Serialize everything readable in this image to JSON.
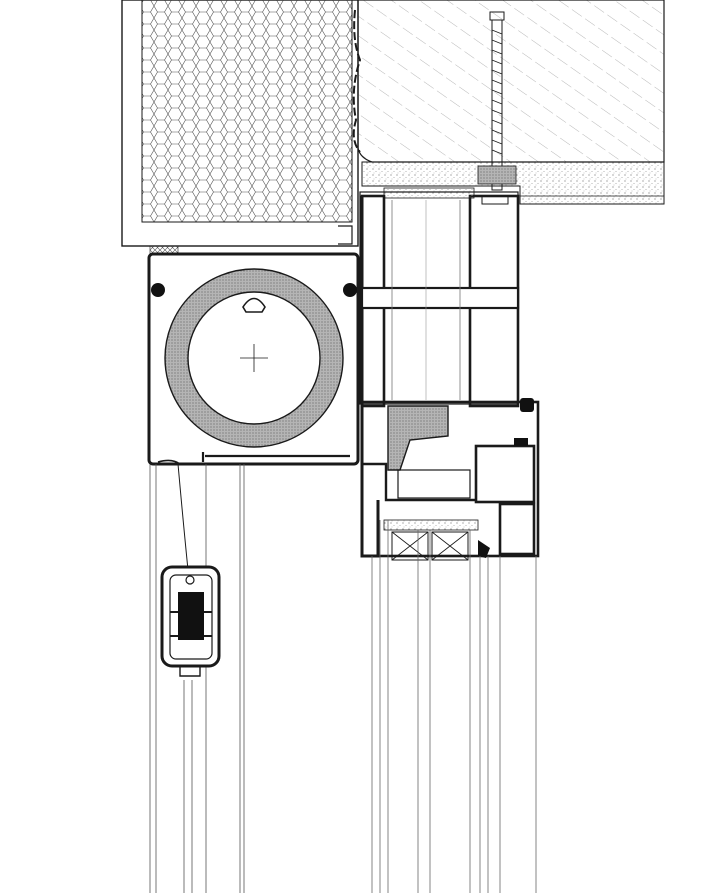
{
  "drawing": {
    "kind": "architectural section detail",
    "labels": [],
    "colors": {
      "line": "#1a1a1a",
      "thin_line": "#777777",
      "fill_dark": "#111111",
      "fill_grey": "#9a9a9a",
      "background": "#ffffff"
    },
    "hatches": [
      "hexagon-insulation",
      "diagonal-concrete",
      "stipple-plaster",
      "stipple-drum-ring",
      "cross-hatch-gaskets"
    ],
    "components": [
      "insulation-block",
      "concrete-lintel",
      "plaster-reveal",
      "shutter-box-housing",
      "roller-drum",
      "drum-axis-cross",
      "guide-cord",
      "shutter-bottom-bar",
      "pvc-window-frame",
      "window-sash",
      "glazing-unit",
      "anchor-bolt",
      "shutter-curtain-lines"
    ]
  }
}
